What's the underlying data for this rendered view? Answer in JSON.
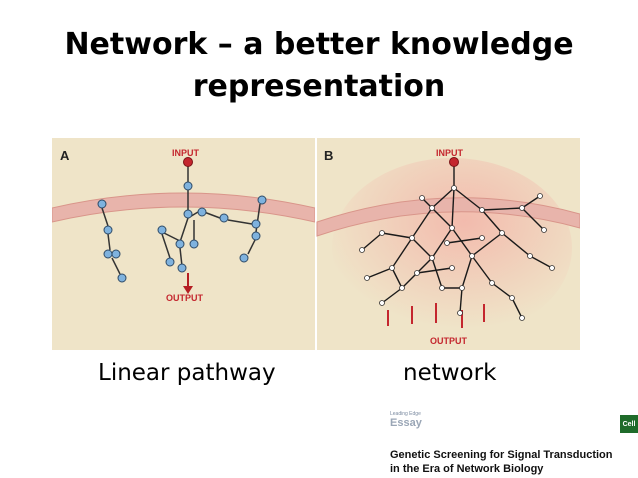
{
  "title": {
    "line1": "Network – a better knowledge",
    "line2": "representation"
  },
  "figure": {
    "panel_a": {
      "letter": "A",
      "input_label": "INPUT",
      "output_label": "OUTPUT"
    },
    "panel_b": {
      "letter": "B",
      "input_label": "INPUT",
      "output_label": "OUTPUT"
    }
  },
  "captions": {
    "left": "Linear pathway",
    "right": "network"
  },
  "reference": {
    "kicker": "Leading Edge",
    "section": "Essay",
    "title_line1": "Genetic Screening for Signal Transduction",
    "title_line2": "in the Era of Network Biology",
    "logo": "Cell"
  },
  "colors": {
    "background": "#efe4c8",
    "membrane": "#e8b8b0",
    "node": "#6da4d6",
    "input_node": "#c4262e",
    "output_arrow": "#b51e23"
  }
}
